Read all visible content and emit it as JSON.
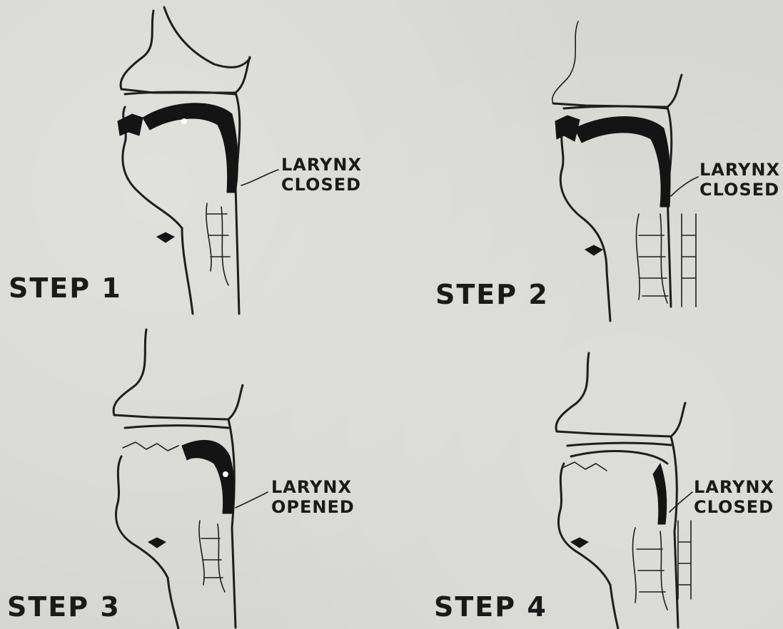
{
  "panels": [
    {
      "step": "STEP 1",
      "larynx_line1": "LARYNX",
      "larynx_line2": "CLOSED"
    },
    {
      "step": "STEP 2",
      "larynx_line1": "LARYNX",
      "larynx_line2": "CLOSED"
    },
    {
      "step": "STEP 3",
      "larynx_line1": "LARYNX",
      "larynx_line2": "OPENED"
    },
    {
      "step": "STEP 4",
      "larynx_line1": "LARYNX",
      "larynx_line2": "CLOSED"
    }
  ],
  "colors": {
    "ink": "#1a1a1a",
    "paper": "#d6d6d2"
  }
}
